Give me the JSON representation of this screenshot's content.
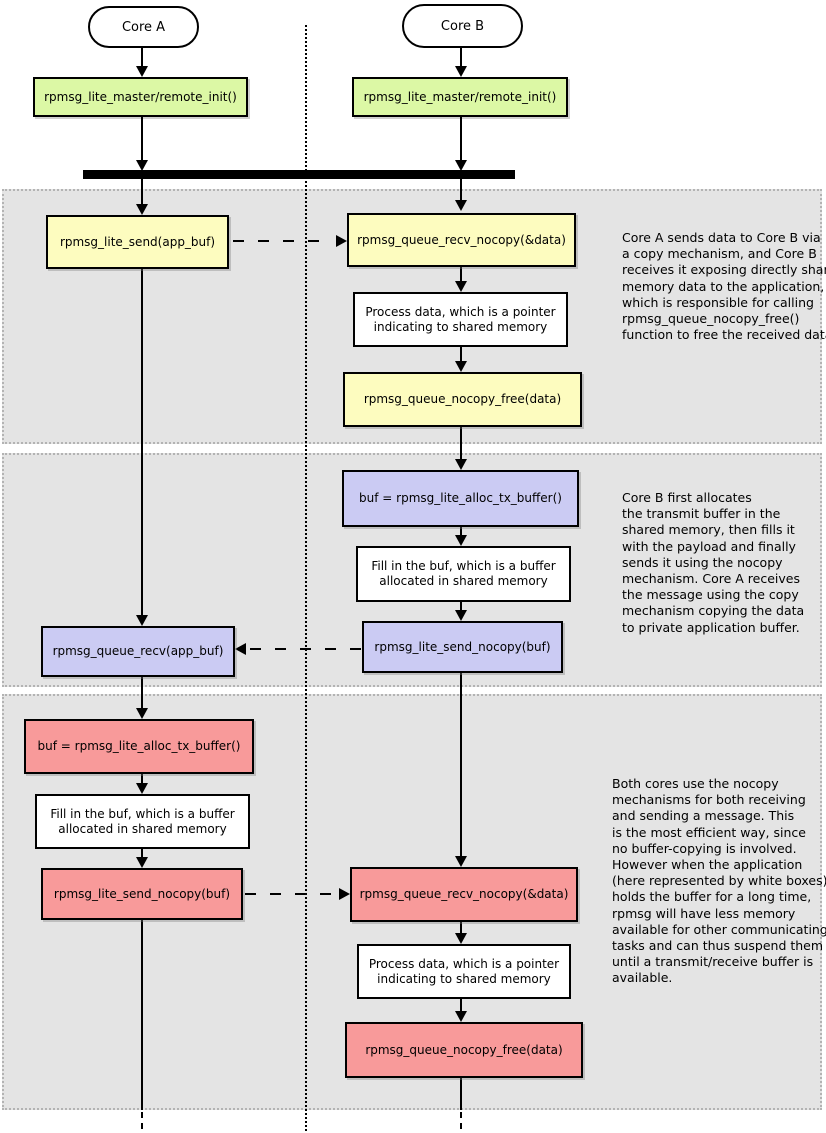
{
  "lifelines": {
    "core_a": "Core A",
    "core_b": "Core B"
  },
  "init": {
    "core_a": "rpmsg_lite_master/remote_init()",
    "core_b": "rpmsg_lite_master/remote_init()"
  },
  "s1": {
    "send": "rpmsg_lite_send(app_buf)",
    "recv_nocopy": "rpmsg_queue_recv_nocopy(&data)",
    "process": "Process data, which is a pointer\nindicating to shared memory",
    "free": "rpmsg_queue_nocopy_free(data)",
    "note": "Core A sends data to Core B via\na copy mechanism, and Core B\nreceives it exposing directly shared\nmemory data to the application,\nwhich is responsible for calling\nrpmsg_queue_nocopy_free()\nfunction to free the received data."
  },
  "s2": {
    "alloc": "buf = rpmsg_lite_alloc_tx_buffer()",
    "fill": "Fill in the buf, which is a buffer\nallocated in shared memory",
    "send_nocopy": "rpmsg_lite_send_nocopy(buf)",
    "recv": "rpmsg_queue_recv(app_buf)",
    "note": "Core B first allocates\nthe transmit buffer in the\nshared memory, then fills it\nwith the payload and finally\nsends it using the nocopy\nmechanism. Core A receives\nthe message using the copy\nmechanism copying the data\nto private application buffer."
  },
  "s3": {
    "alloc": "buf = rpmsg_lite_alloc_tx_buffer()",
    "fill": "Fill in the buf, which is a buffer\nallocated in shared memory",
    "send_nocopy": "rpmsg_lite_send_nocopy(buf)",
    "recv_nocopy": "rpmsg_queue_recv_nocopy(&data)",
    "process": "Process data, which is a pointer\nindicating to shared memory",
    "free": "rpmsg_queue_nocopy_free(data)",
    "note": "Both cores use the nocopy\nmechanisms for both receiving\nand sending a message. This\nis the most efficient way, since\nno buffer-copying is involved.\nHowever when the application\n(here represented by white boxes)\nholds the buffer for a long time,\nrpmsg will have less memory\navailable for other communicating\ntasks and can thus suspend them\nuntil a transmit/receive buffer is\navailable."
  },
  "colors": {
    "init_box": "#dcf8a5",
    "copy_box": "#fdfcbf",
    "mixed_box": "#cbcbf3",
    "nocopy_box": "#f89a9a",
    "section_bg": "#e4e4e4"
  }
}
